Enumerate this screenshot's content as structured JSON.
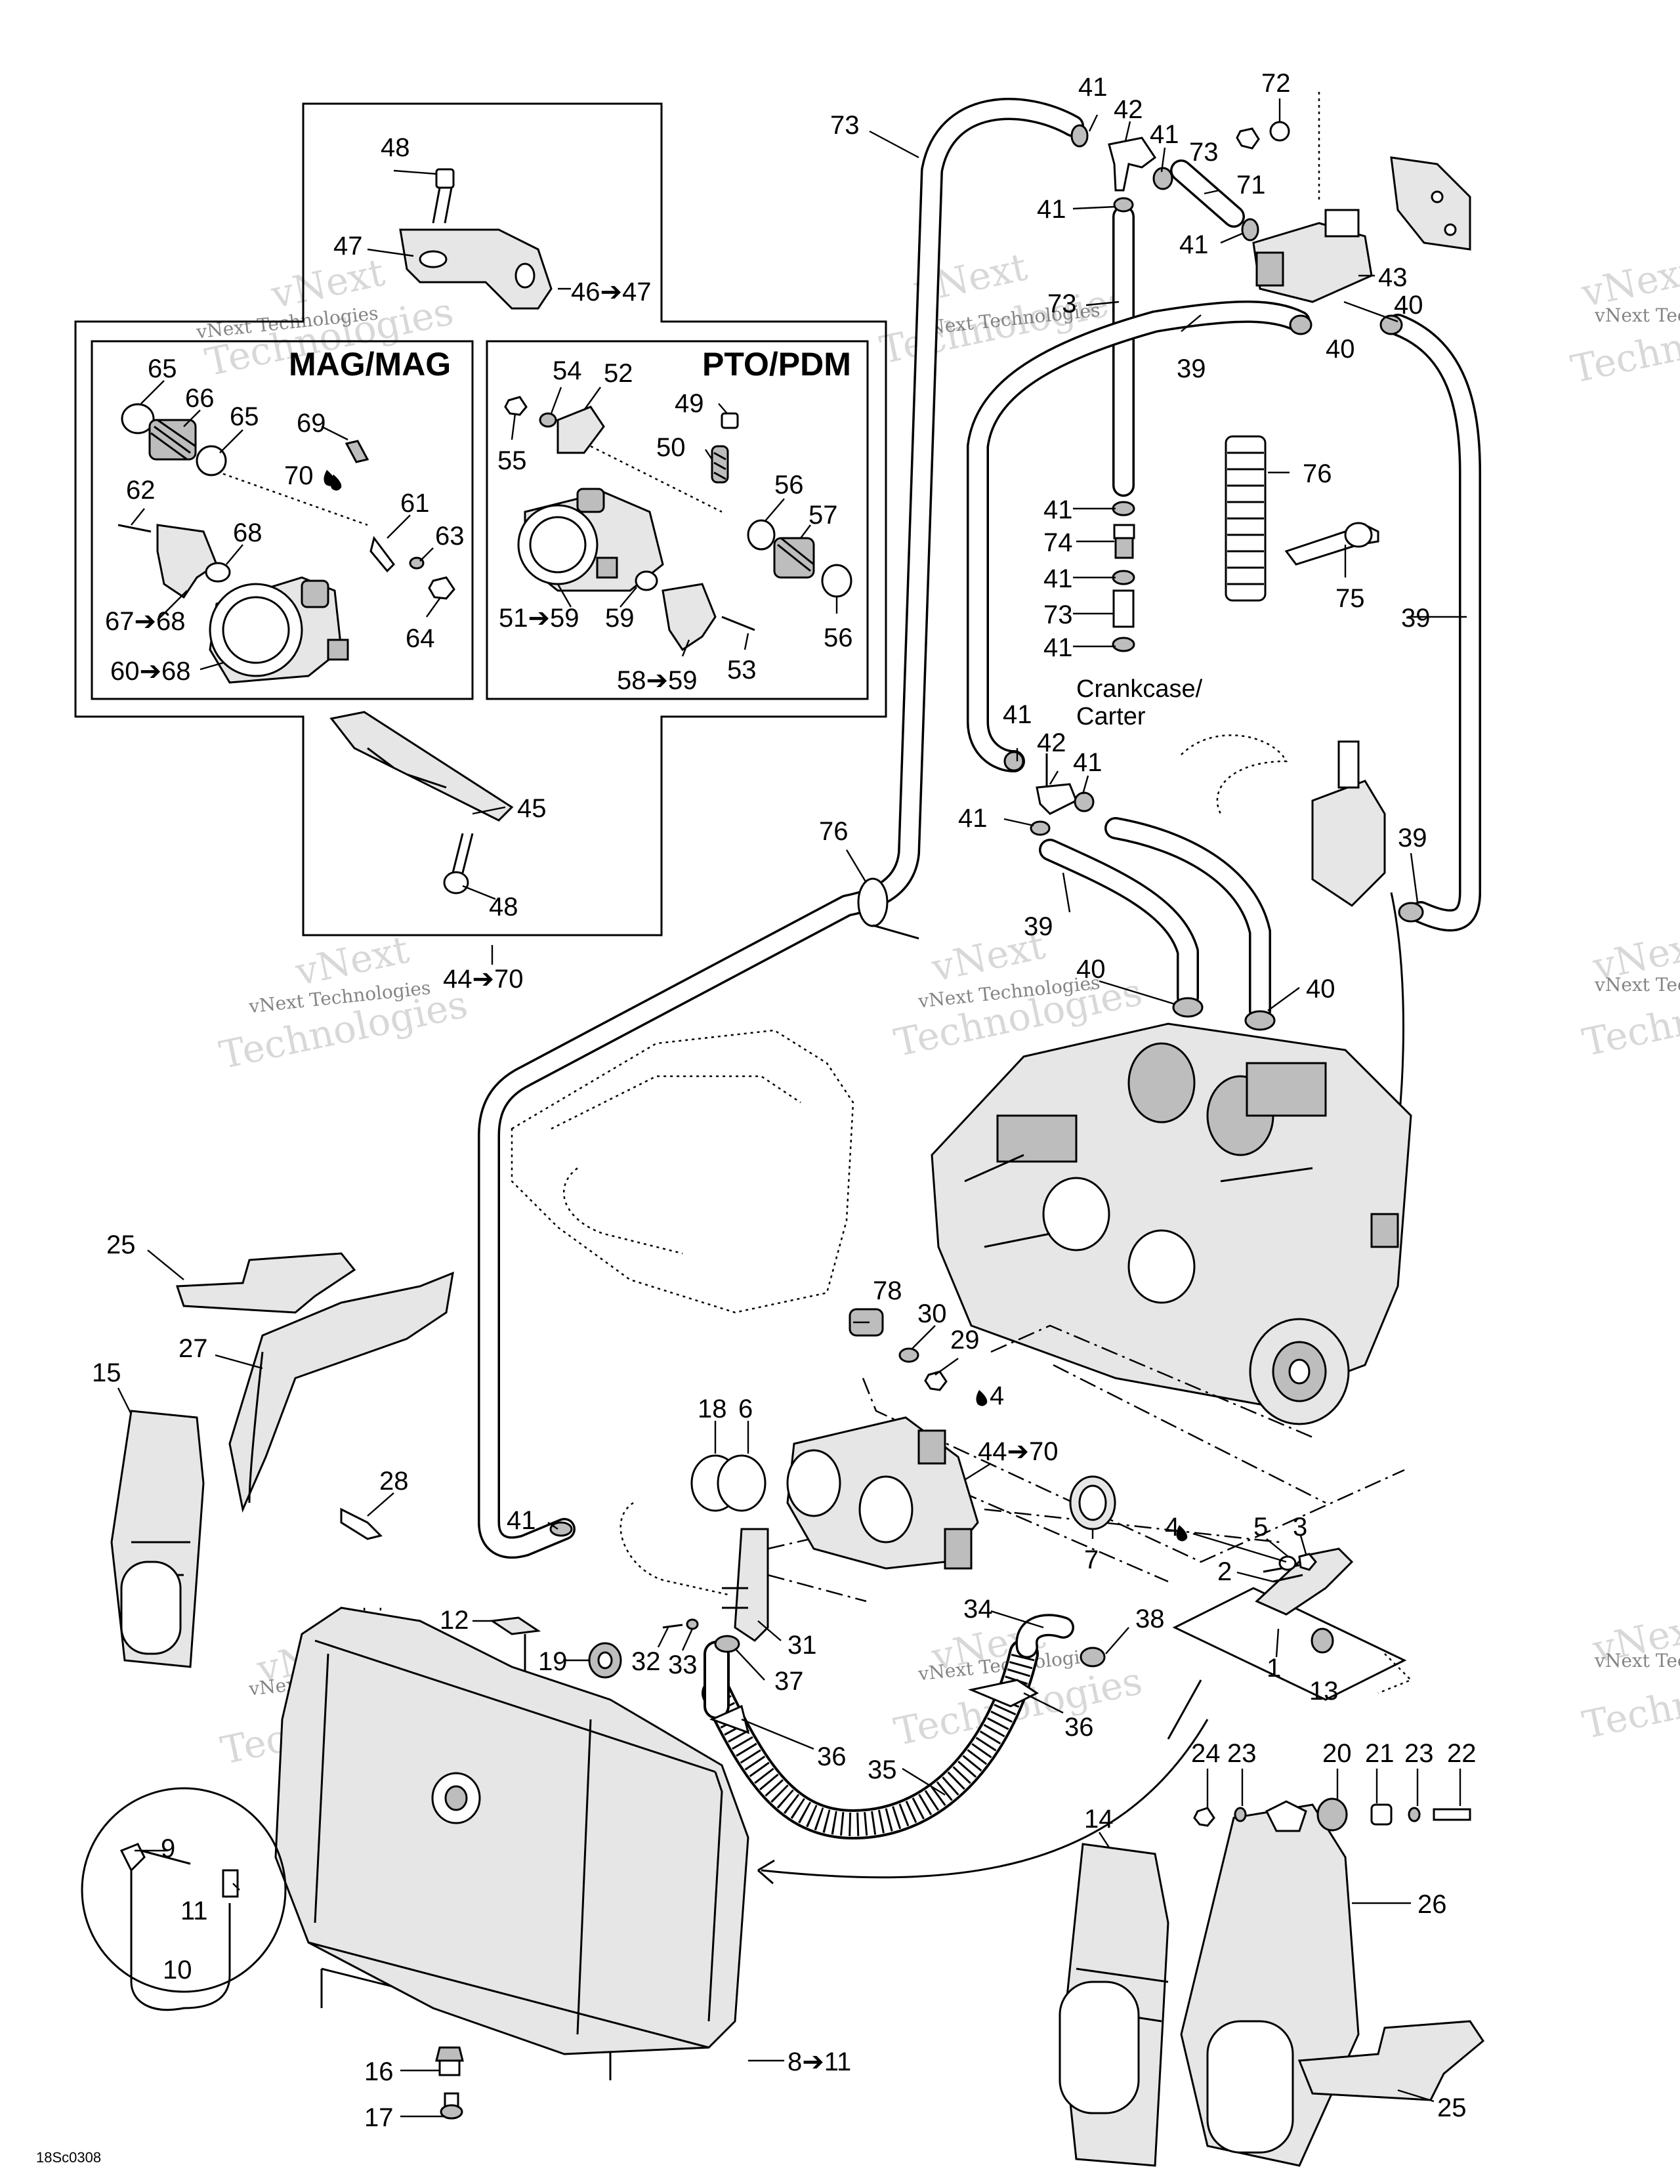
{
  "watermark": {
    "line1": "vNext",
    "line2": "Technologies",
    "small": "vNext Technologies"
  },
  "drawing_code": "18Sc0308",
  "insets": {
    "mag_title": "MAG/MAG",
    "pto_title": "PTO/PDM"
  },
  "note": {
    "line1": "Crankcase/",
    "line2": "Carter"
  },
  "callouts": [
    {
      "id": "c73a",
      "text": "73"
    },
    {
      "id": "c41a",
      "text": "41"
    },
    {
      "id": "c42a",
      "text": "42"
    },
    {
      "id": "c41b",
      "text": "41"
    },
    {
      "id": "c72",
      "text": "72"
    },
    {
      "id": "c73b",
      "text": "73"
    },
    {
      "id": "c71",
      "text": "71"
    },
    {
      "id": "c41c",
      "text": "41"
    },
    {
      "id": "c41d",
      "text": "41"
    },
    {
      "id": "c43",
      "text": "43"
    },
    {
      "id": "c73c",
      "text": "73"
    },
    {
      "id": "c40a",
      "text": "40"
    },
    {
      "id": "c40b",
      "text": "40"
    },
    {
      "id": "c39a",
      "text": "39"
    },
    {
      "id": "c48a",
      "text": "48"
    },
    {
      "id": "c47",
      "text": "47"
    },
    {
      "id": "c46",
      "text": "46➔47"
    },
    {
      "id": "c65a",
      "text": "65"
    },
    {
      "id": "c66",
      "text": "66"
    },
    {
      "id": "c65b",
      "text": "65"
    },
    {
      "id": "c69",
      "text": "69"
    },
    {
      "id": "c70",
      "text": "70"
    },
    {
      "id": "c62",
      "text": "62"
    },
    {
      "id": "c68",
      "text": "68"
    },
    {
      "id": "c61",
      "text": "61"
    },
    {
      "id": "c63",
      "text": "63"
    },
    {
      "id": "c67",
      "text": "67➔68"
    },
    {
      "id": "c64",
      "text": "64"
    },
    {
      "id": "c60",
      "text": "60➔68"
    },
    {
      "id": "c54",
      "text": "54"
    },
    {
      "id": "c52",
      "text": "52"
    },
    {
      "id": "c55",
      "text": "55"
    },
    {
      "id": "c49",
      "text": "49"
    },
    {
      "id": "c50",
      "text": "50"
    },
    {
      "id": "c56a",
      "text": "56"
    },
    {
      "id": "c57",
      "text": "57"
    },
    {
      "id": "c51",
      "text": "51➔59"
    },
    {
      "id": "c59",
      "text": "59"
    },
    {
      "id": "c56b",
      "text": "56"
    },
    {
      "id": "c58",
      "text": "58➔59"
    },
    {
      "id": "c53",
      "text": "53"
    },
    {
      "id": "c76a",
      "text": "76"
    },
    {
      "id": "c41e",
      "text": "41"
    },
    {
      "id": "c74",
      "text": "74"
    },
    {
      "id": "c41f",
      "text": "41"
    },
    {
      "id": "c73d",
      "text": "73"
    },
    {
      "id": "c41g",
      "text": "41"
    },
    {
      "id": "c75",
      "text": "75"
    },
    {
      "id": "c39b",
      "text": "39"
    },
    {
      "id": "c45",
      "text": "45"
    },
    {
      "id": "c48b",
      "text": "48"
    },
    {
      "id": "c44a",
      "text": "44➔70"
    },
    {
      "id": "c41h",
      "text": "41"
    },
    {
      "id": "c42b",
      "text": "42"
    },
    {
      "id": "c41i",
      "text": "41"
    },
    {
      "id": "c41j",
      "text": "41"
    },
    {
      "id": "c76b",
      "text": "76"
    },
    {
      "id": "c40c",
      "text": "40"
    },
    {
      "id": "c39c",
      "text": "39"
    },
    {
      "id": "c40d",
      "text": "40"
    },
    {
      "id": "c39d",
      "text": "39"
    },
    {
      "id": "c25a",
      "text": "25"
    },
    {
      "id": "c27",
      "text": "27"
    },
    {
      "id": "c15",
      "text": "15"
    },
    {
      "id": "c78",
      "text": "78"
    },
    {
      "id": "c30",
      "text": "30"
    },
    {
      "id": "c29",
      "text": "29"
    },
    {
      "id": "c4a",
      "text": "4"
    },
    {
      "id": "c18",
      "text": "18"
    },
    {
      "id": "c6",
      "text": "6"
    },
    {
      "id": "c44b",
      "text": "44➔70"
    },
    {
      "id": "c28",
      "text": "28"
    },
    {
      "id": "c41k",
      "text": "41"
    },
    {
      "id": "c7",
      "text": "7"
    },
    {
      "id": "c4b",
      "text": "4"
    },
    {
      "id": "c5",
      "text": "5"
    },
    {
      "id": "c3",
      "text": "3"
    },
    {
      "id": "c2",
      "text": "2"
    },
    {
      "id": "c12",
      "text": "12"
    },
    {
      "id": "c31",
      "text": "31"
    },
    {
      "id": "c34",
      "text": "34"
    },
    {
      "id": "c38",
      "text": "38"
    },
    {
      "id": "c19",
      "text": "19"
    },
    {
      "id": "c32",
      "text": "32"
    },
    {
      "id": "c33",
      "text": "33"
    },
    {
      "id": "c37",
      "text": "37"
    },
    {
      "id": "c1",
      "text": "1"
    },
    {
      "id": "c13",
      "text": "13"
    },
    {
      "id": "c36a",
      "text": "36"
    },
    {
      "id": "c36b",
      "text": "36"
    },
    {
      "id": "c35",
      "text": "35"
    },
    {
      "id": "c24",
      "text": "24"
    },
    {
      "id": "c23a",
      "text": "23"
    },
    {
      "id": "c20",
      "text": "20"
    },
    {
      "id": "c21",
      "text": "21"
    },
    {
      "id": "c23b",
      "text": "23"
    },
    {
      "id": "c22",
      "text": "22"
    },
    {
      "id": "c14",
      "text": "14"
    },
    {
      "id": "c26",
      "text": "26"
    },
    {
      "id": "c9",
      "text": "9"
    },
    {
      "id": "c11",
      "text": "11"
    },
    {
      "id": "c10",
      "text": "10"
    },
    {
      "id": "c8",
      "text": "8➔11"
    },
    {
      "id": "c16",
      "text": "16"
    },
    {
      "id": "c17",
      "text": "17"
    },
    {
      "id": "c25b",
      "text": "25"
    }
  ]
}
